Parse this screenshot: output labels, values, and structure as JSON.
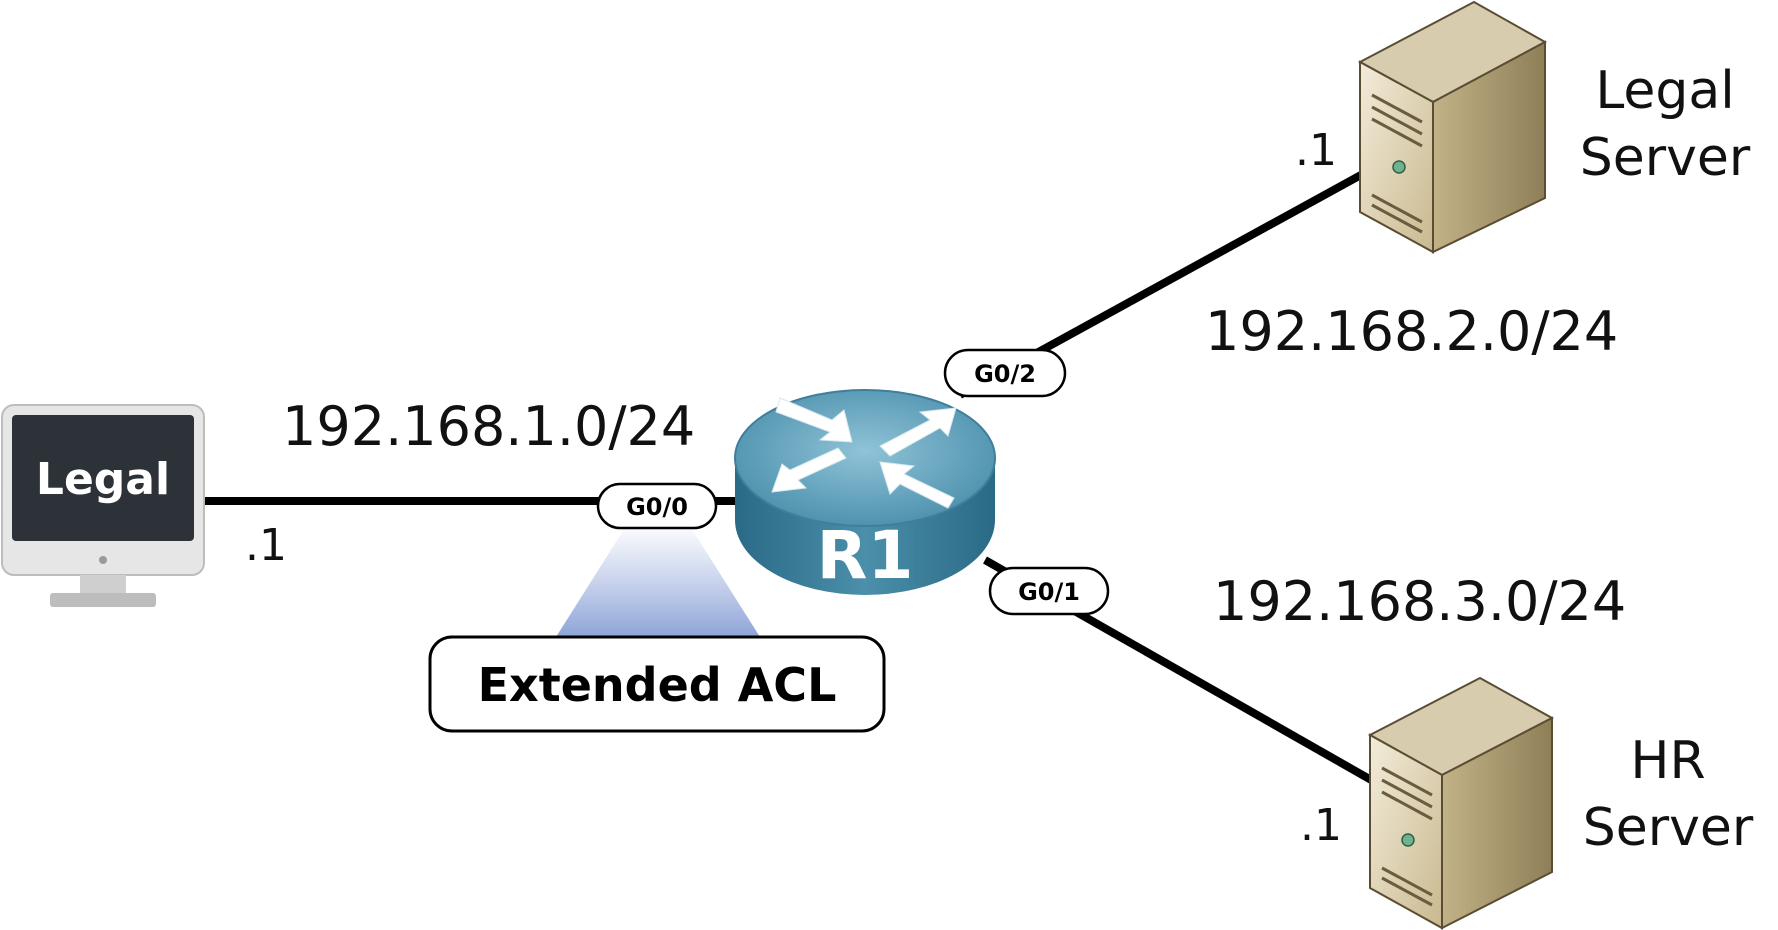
{
  "colors": {
    "link": "#000000",
    "router_top": "#5e9db5",
    "router_side": "#2f6f8a",
    "acl_beam": "#8ea4d8",
    "server_body": "#d8ccae",
    "monitor_screen": "#2c3238"
  },
  "hosts": {
    "legal_pc": {
      "screen_label": "Legal",
      "ip_suffix": ".1",
      "icon": "desktop-monitor-icon"
    },
    "legal_server": {
      "name_line1": "Legal",
      "name_line2": "Server",
      "ip_suffix": ".1",
      "icon": "tower-server-icon"
    },
    "hr_server": {
      "name_line1": "HR",
      "name_line2": "Server",
      "ip_suffix": ".1",
      "icon": "tower-server-icon"
    }
  },
  "router": {
    "name": "R1",
    "icon": "router-icon"
  },
  "networks": {
    "legal": "192.168.1.0/24",
    "legal_server": "192.168.2.0/24",
    "hr_server": "192.168.3.0/24"
  },
  "interfaces": {
    "g00": "G0/0",
    "g01": "G0/1",
    "g02": "G0/2"
  },
  "acl": {
    "label": "Extended ACL"
  }
}
